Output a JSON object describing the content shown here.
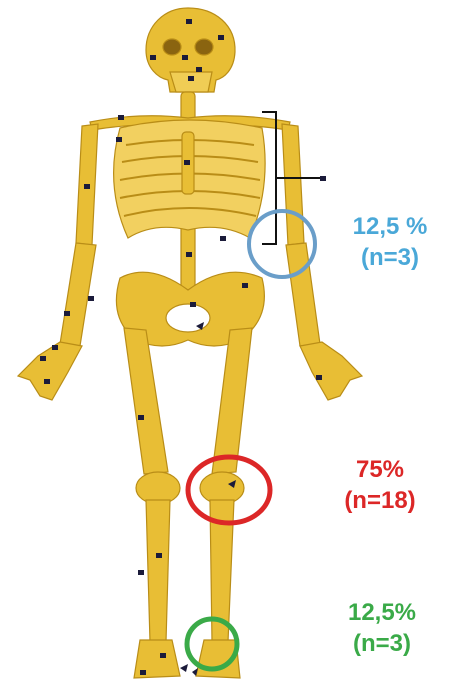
{
  "colors": {
    "bone": "#e8be35",
    "bone_dark": "#b98d17",
    "elbow": "#4d9ac9",
    "knee": "#dc2727",
    "ankle": "#3aaa48"
  },
  "annotations": [
    {
      "site": "elbow",
      "percent": "12,5 %",
      "count": "(n=3)",
      "color": "#4d9ac9"
    },
    {
      "site": "knee",
      "percent": "75%",
      "count": "(n=18)",
      "color": "#dc2727"
    },
    {
      "site": "ankle",
      "percent": "12,5%",
      "count": "(n=3)",
      "color": "#3aaa48"
    }
  ]
}
